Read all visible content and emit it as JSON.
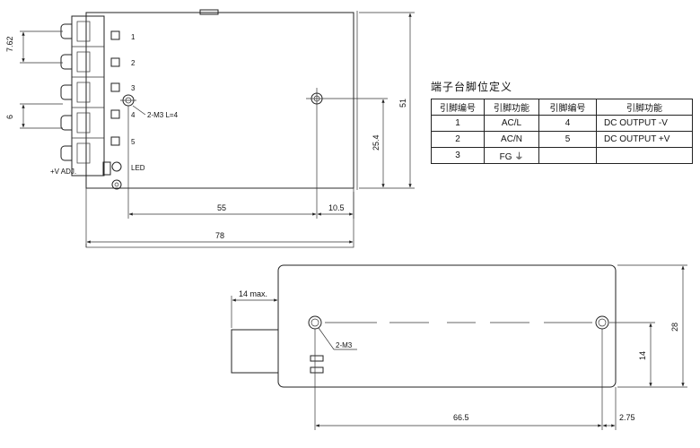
{
  "top_view": {
    "pins": [
      "1",
      "2",
      "3",
      "4",
      "5"
    ],
    "pitch_label": "7.62",
    "gap_label": "6",
    "vadj_label": "+V ADJ.",
    "led_label": "LED",
    "hole_label": "2-M3 L=4",
    "dims": {
      "d55": "55",
      "d10_5": "10.5",
      "d78": "78",
      "d51": "51",
      "d25_4": "25.4"
    }
  },
  "side_view": {
    "hole_label": "2-M3",
    "dims": {
      "d14max": "14 max.",
      "d66_5": "66.5",
      "d2_75": "2.75",
      "d28": "28",
      "d14": "14"
    }
  },
  "pin_table": {
    "title": "端子台脚位定义",
    "headers": [
      "引脚编号",
      "引脚功能",
      "引脚编号",
      "引脚功能"
    ],
    "rows": [
      {
        "no1": "1",
        "fn1": "AC/L",
        "no2": "4",
        "fn2": "DC OUTPUT -V"
      },
      {
        "no1": "2",
        "fn1": "AC/N",
        "no2": "5",
        "fn2": "DC OUTPUT +V"
      },
      {
        "no1": "3",
        "fn1": "FG ⏚",
        "no2": "",
        "fn2": ""
      }
    ]
  }
}
